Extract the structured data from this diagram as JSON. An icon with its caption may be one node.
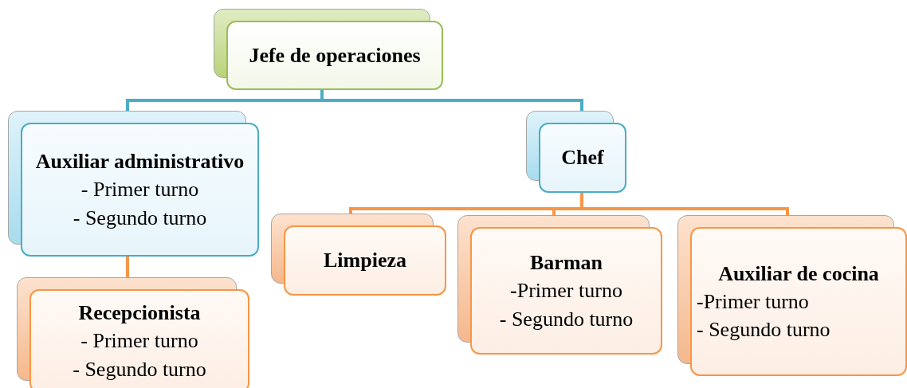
{
  "diagram": {
    "nodes": [
      {
        "text": [
          "Jefe de operaciones"
        ]
      },
      {
        "text": [
          "Auxiliar administrativo",
          "- Primer turno",
          "- Segundo turno"
        ]
      },
      {
        "text": [
          "Chef"
        ]
      },
      {
        "text": [
          "Recepcionista",
          "- Primer turno",
          "- Segundo turno"
        ]
      },
      {
        "text": [
          "Limpieza"
        ]
      },
      {
        "text": [
          "Barman",
          "**-**Primer turno",
          "- Segundo turno"
        ]
      },
      {
        "text": [
          "Auxiliar de cocina",
          "-Primer turno",
          "- Segundo turno"
        ]
      }
    ],
    "edges": [
      {
        "from": 0,
        "to": 1,
        "arrow": "none",
        "color": "#4bacc6"
      },
      {
        "from": 0,
        "to": 2,
        "arrow": "none",
        "color": "#4bacc6"
      },
      {
        "from": 1,
        "to": 3,
        "arrow": "none"
      },
      {
        "from": 2,
        "to": 4,
        "arrow": "none"
      },
      {
        "from": 2,
        "to": 5,
        "arrow": "none"
      },
      {
        "from": 2,
        "to": 6,
        "arrow": "none"
      }
    ]
  }
}
